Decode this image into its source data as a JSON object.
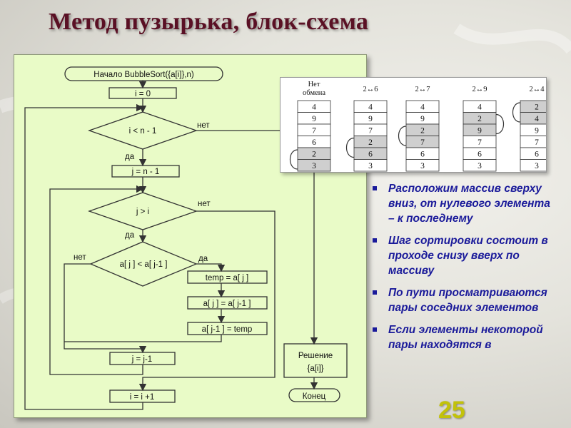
{
  "slide": {
    "title": "Метод пузырька, блок-схема",
    "page_number": "25"
  },
  "flowchart": {
    "start": "Начало BubbleSort({a[i]},n)",
    "i_init": "i = 0",
    "cond_outer": "i  <  n - 1",
    "outer_no": "нет",
    "outer_yes": "да",
    "j_init": "j = n - 1",
    "cond_inner": "j  >  i",
    "inner_no": "нет",
    "inner_yes": "да",
    "cond_compare": "a[ j ] < a[ j-1 ]",
    "compare_no": "нет",
    "compare_yes": "да",
    "swap1": "temp = a[ j ]",
    "swap2": "a[ j ] = a[ j-1 ]",
    "swap3": "a[ j-1 ] = temp",
    "j_dec": "j = j-1",
    "i_inc": "i = i +1",
    "result_line1": "Решение",
    "result_line2": "{a[i]}",
    "end": "Конец"
  },
  "illustration": {
    "columns": [
      {
        "header": [
          "Нет",
          "обмена"
        ],
        "values": [
          "4",
          "9",
          "7",
          "6",
          "2",
          "3"
        ],
        "highlighted": [
          4,
          5
        ]
      },
      {
        "header": [
          "2↔6"
        ],
        "values": [
          "4",
          "9",
          "7",
          "2",
          "6",
          "3"
        ],
        "highlighted": [
          3,
          4
        ]
      },
      {
        "header": [
          "2↔7"
        ],
        "values": [
          "4",
          "9",
          "2",
          "7",
          "6",
          "3"
        ],
        "highlighted": [
          2,
          3
        ]
      },
      {
        "header": [
          "2↔9"
        ],
        "values": [
          "4",
          "2",
          "9",
          "7",
          "6",
          "3"
        ],
        "highlighted": [
          1,
          2
        ]
      },
      {
        "header": [
          "2↔4"
        ],
        "values": [
          "2",
          "4",
          "9",
          "7",
          "6",
          "3"
        ],
        "highlighted": [
          0,
          1
        ]
      }
    ]
  },
  "bullets": [
    "Расположим массив сверху вниз, от нулевого элемента – к последнему",
    "Шаг сортировки состоит в проходе снизу вверх по массиву",
    " По пути просматриваются пары соседних элементов",
    "Если элементы некоторой пары находятся в"
  ],
  "colors": {
    "title": "#5a1024",
    "bullet_text": "#1a1a9a",
    "flow_background": "#e9fbc7",
    "page_number": "#c2c20a",
    "highlight_cell": "#cfcfcf"
  }
}
